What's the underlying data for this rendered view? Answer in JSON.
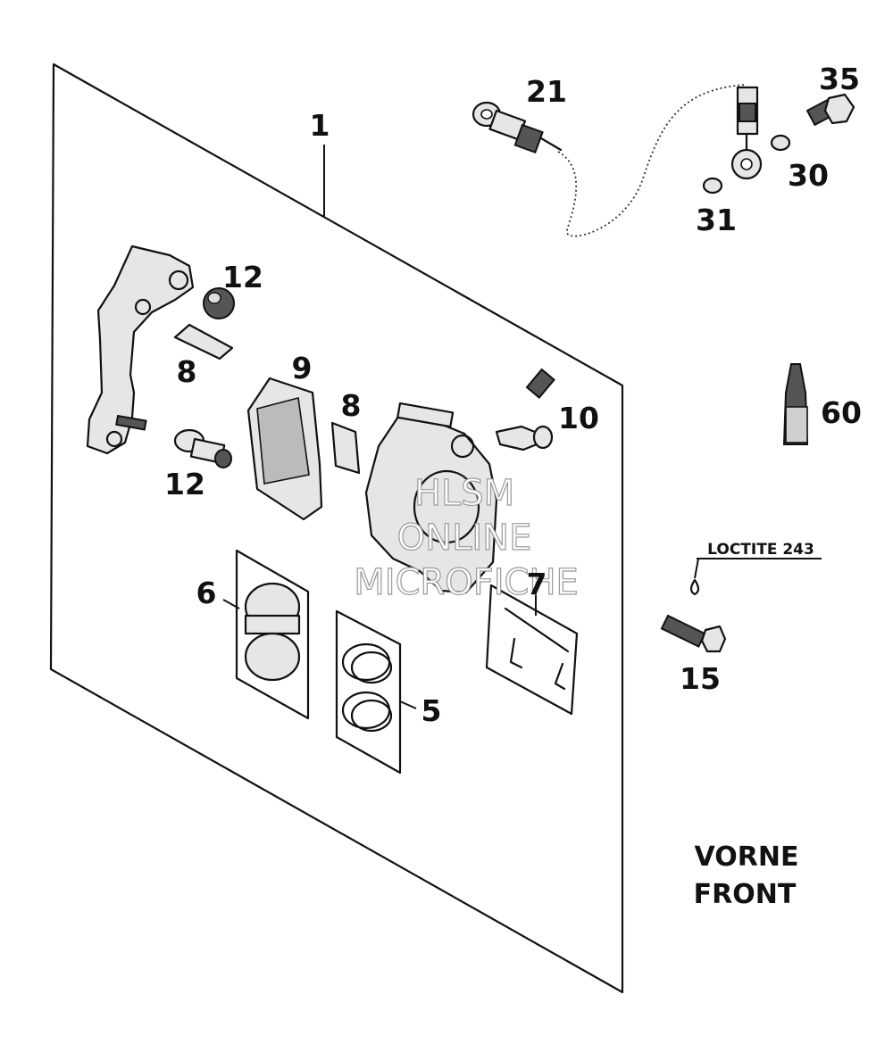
{
  "callouts": {
    "kit": "1",
    "banjo_bolt_hose": "21",
    "banjo_bolt": "35",
    "washer_30": "30",
    "washer_31": "31",
    "pin_upper": "12",
    "pin_lower": "12",
    "clip_upper": "8",
    "clip_right": "8",
    "brake_pad": "9",
    "bleeder": "10",
    "loctite_bottle": "60",
    "piston_kit": "6",
    "seal_kit": "5",
    "pin_kit": "7",
    "screw": "15"
  },
  "note": "LOCTITE 243",
  "front_label": {
    "line1": "VORNE",
    "line2": "FRONT"
  },
  "watermark": {
    "line1": "HLSM",
    "line2": "ONLINE",
    "line3": "MICROFICHE"
  }
}
